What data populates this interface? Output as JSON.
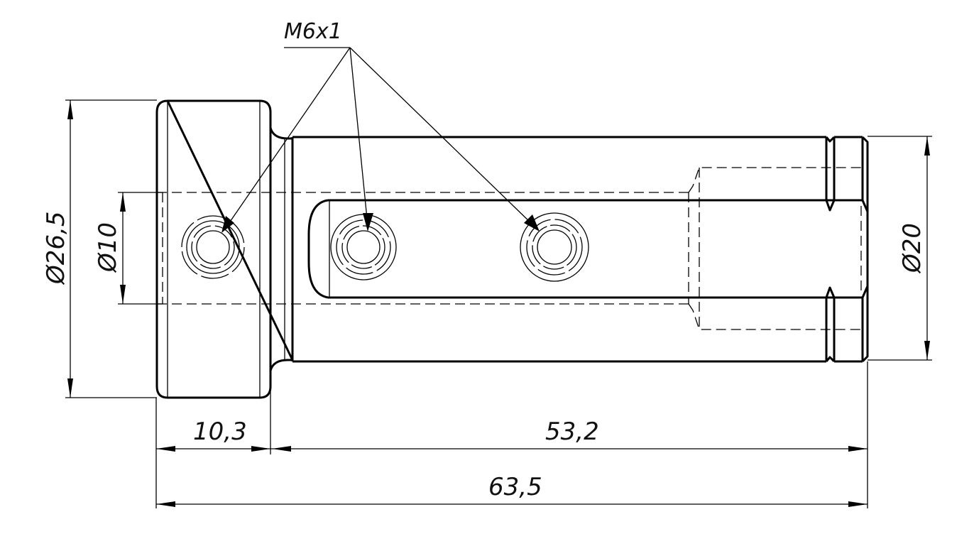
{
  "drawing": {
    "title": "Shaft sleeve with threaded holes",
    "ink_color": "#000000",
    "background": "#ffffff"
  },
  "annotations": {
    "thread_callout": "M6x1",
    "thread_hole_count": 3
  },
  "dimensions": {
    "outer_head_diameter": "Ø26,5",
    "bore_diameter": "Ø10",
    "shaft_diameter": "Ø20",
    "head_length": "10,3",
    "shaft_length": "53,2",
    "overall_length": "63,5"
  }
}
